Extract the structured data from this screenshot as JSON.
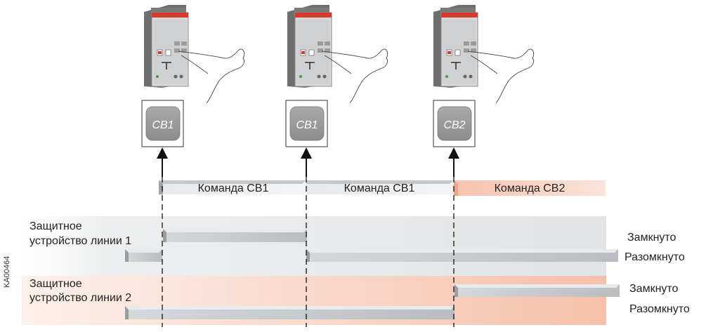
{
  "diagram": {
    "buttons": [
      {
        "label": "CB1"
      },
      {
        "label": "CB1"
      },
      {
        "label": "CB2"
      }
    ],
    "commands": [
      {
        "label": "Команда CB1"
      },
      {
        "label": "Команда CB1"
      },
      {
        "label": "Команда CB2"
      }
    ],
    "line1": {
      "label_a": "Защитное",
      "label_b": "устройство линии 1"
    },
    "line2": {
      "label_a": "Защитное",
      "label_b": "устройство линии 2"
    },
    "states": {
      "closed_1": "Замкнуто",
      "open_1": "Разомкнуто",
      "closed_2": "Замкнуто",
      "open_2": "Разомкнуто"
    },
    "figure_id": "KA00464",
    "colors": {
      "accent_red": "#e03a2f",
      "band_gray": "#e6e8ea",
      "band_salmon": "#f7c7b4"
    }
  }
}
